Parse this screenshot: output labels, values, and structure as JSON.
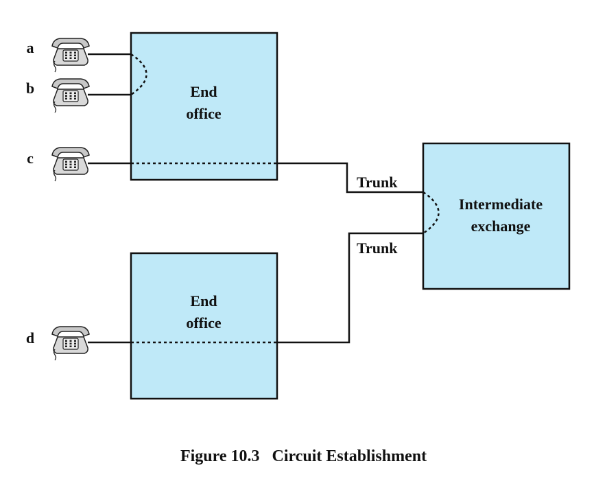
{
  "diagram": {
    "nodes": {
      "end_office_top": {
        "line1": "End",
        "line2": "office"
      },
      "end_office_bottom": {
        "line1": "End",
        "line2": "office"
      },
      "intermediate_exchange": {
        "line1": "Intermediate",
        "line2": "exchange"
      }
    },
    "phones": {
      "a": {
        "label": "a",
        "icon": "telephone-icon"
      },
      "b": {
        "label": "b",
        "icon": "telephone-icon"
      },
      "c": {
        "label": "c",
        "icon": "telephone-icon"
      },
      "d": {
        "label": "d",
        "icon": "telephone-icon"
      }
    },
    "trunks": {
      "upper": "Trunk",
      "lower": "Trunk"
    },
    "colors": {
      "box_fill": "#bfe9f8",
      "stroke": "#111111"
    }
  },
  "caption": {
    "number": "Figure 10.3",
    "title": "Circuit Establishment"
  }
}
